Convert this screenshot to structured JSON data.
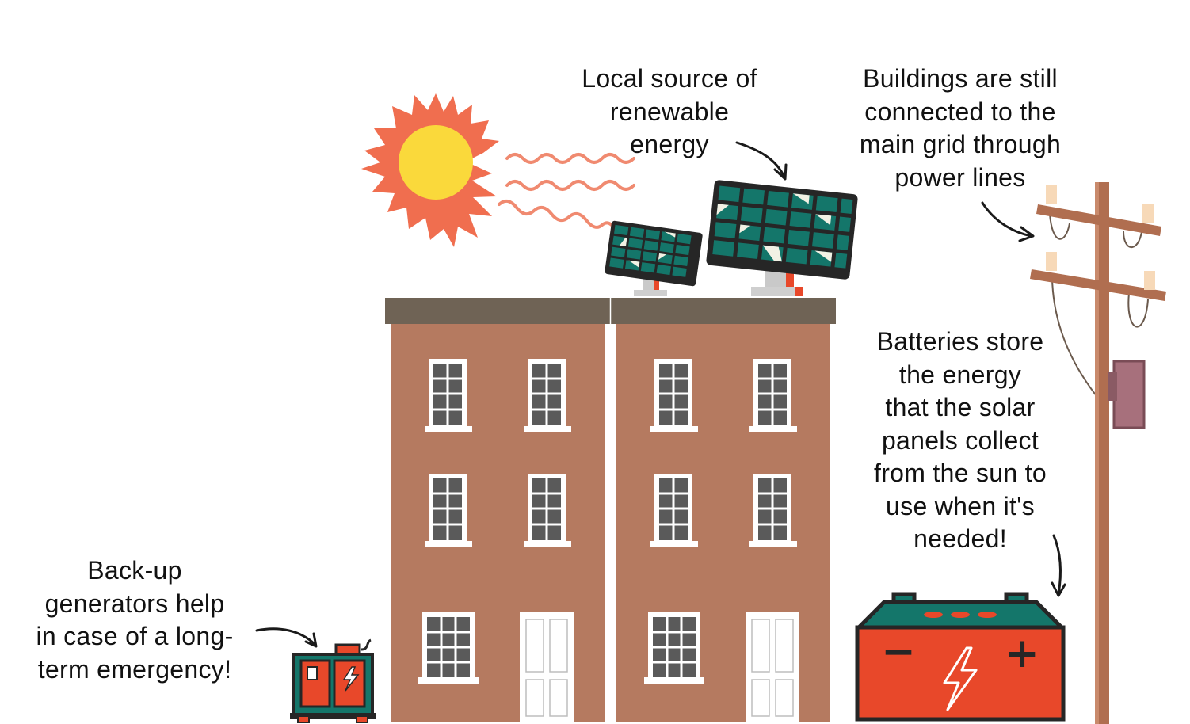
{
  "labels": {
    "renewable": [
      "Local source of",
      "renewable",
      "energy"
    ],
    "grid": [
      "Buildings are still",
      "connected to the",
      "main grid through",
      "power lines"
    ],
    "batteries": [
      "Batteries store",
      "the energy",
      "that the solar",
      "panels collect",
      "from the sun to",
      "use when it's",
      "needed!"
    ],
    "generators": [
      "Back-up",
      "generators help",
      "in case of a long-",
      "term emergency!"
    ]
  },
  "battery": {
    "negative_symbol": "−",
    "positive_symbol": "+"
  },
  "colors": {
    "brick": "#b57a60",
    "roof": "#6f6355",
    "window_glass": "#5a5a5a",
    "solar_panel": "#14766a",
    "sun": "#fad93b",
    "sun_rays": "#f06e4f",
    "battery_body": "#e8482a",
    "battery_top": "#14766a",
    "pole": "#b06e50",
    "outline": "#262626"
  }
}
